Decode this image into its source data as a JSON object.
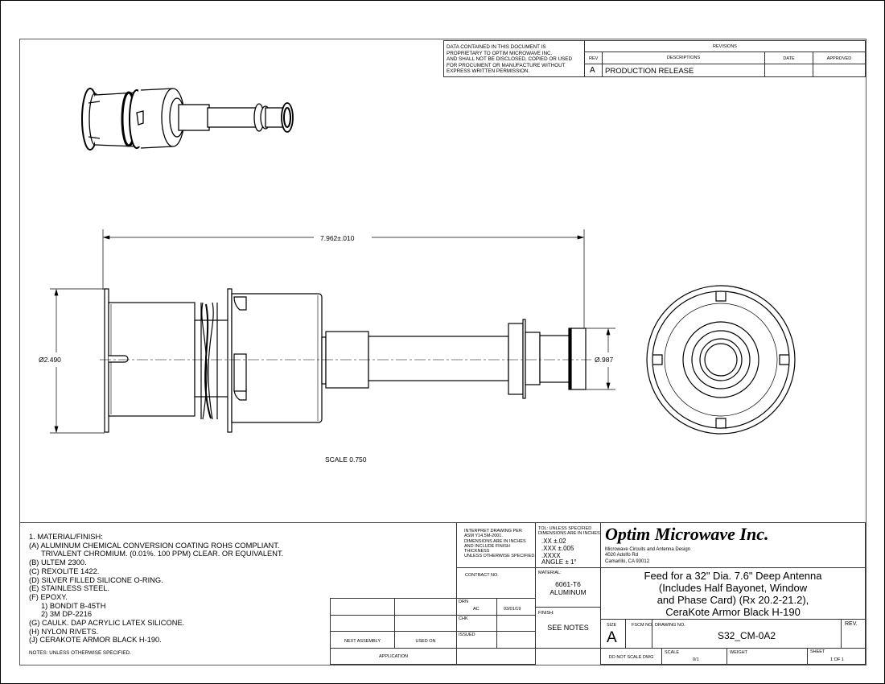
{
  "proprietary_notice": [
    "DATA CONTAINED IN THIS DOCUMENT IS",
    "PROPRIETARY TO OPTIM MICROWAVE INC.",
    "AND SHALL NOT BE DISCLOSED, COPIED OR USED",
    "FOR PROCUMENT OR MANUFACTURE WITHOUT",
    "EXPRESS WRITTEN PERMISSION."
  ],
  "revisions": {
    "title": "REVISIONS",
    "headers": {
      "rev": "REV",
      "descriptions": "DESCRIPTIONS",
      "date": "DATE",
      "approved": "APPROVED"
    },
    "rows": [
      {
        "rev": "A",
        "description": "PRODUCTION RELEASE",
        "date": "",
        "approved": ""
      }
    ]
  },
  "dimensions": {
    "overall_length": "7.962±.010",
    "flange_diameter": "2.490",
    "end_diameter": ".987",
    "diameter_symbol": "Ø"
  },
  "scale_label": "SCALE  0.750",
  "notes": {
    "lines": [
      "1.  MATERIAL/FINISH:",
      "(A) ALUMINUM CHEMICAL CONVERSION COATING ROHS COMPLIANT.",
      "TRIVALENT CHROMIUM. (0.01%.  100 PPM) CLEAR. OR EQUIVALENT.",
      "(B) ULTEM 2300.",
      "(C) REXOLITE 1422.",
      "(D) SILVER FILLED SILICONE O-RING.",
      "(E) STAINLESS STEEL.",
      "(F) EPOXY.",
      "1) BONDIT B-45TH",
      "2) 3M DP-2216",
      "(G) CAULK. DAP ACRYLIC LATEX SILICONE.",
      "(H) NYLON RIVETS.",
      "(J) CERAKOTE ARMOR BLACK H-190."
    ],
    "footer": "NOTES: UNLESS OTHERWISE SPECIFIED."
  },
  "assembly": {
    "next_assembly": "NEXT ASSEMBLY",
    "used_on": "USED ON",
    "application": "APPLICATION"
  },
  "title_block": {
    "interpret": [
      "INTERPRET DRAWING PER",
      "ASM Y14.5M-2001.",
      "DIMENSIONS ARE IN INCHES",
      "AND INCLUDE FINISH",
      "THICKNESS",
      "UNLESS OTHERWISE SPECIFIED."
    ],
    "tolerance": {
      "header": [
        "TOL: UNLESS SPECIFIED",
        "DIMENSIONS ARE IN INCHES."
      ],
      "xx": ".XX  ±.02",
      "xxx": ".XXX  ±.005",
      "xxxx": ".XXXX",
      "angle": "ANGLE ± 1°"
    },
    "company": {
      "name": "Optim Microwave Inc.",
      "tagline": "Microwave Circuits and Antenna Design",
      "address1": "4020 Adolfo Rd",
      "address2": "Camarillo, CA 93012"
    },
    "contract_label": "CONTRACT NO.",
    "material_label": "MATERIAL:",
    "material": [
      "6061-T6",
      "ALUMINUM"
    ],
    "finish_label": "FINISH:",
    "finish": "SEE NOTES",
    "drn_label": "DRN",
    "drn": "AC",
    "drn_date": "03/01/19",
    "chk_label": "CHK",
    "issued_label": "ISSUED",
    "title": [
      "Feed for a 32\" Dia. 7.6\" Deep Antenna",
      "(Includes Half Bayonet, Window",
      "and Phase Card) (Rx 20.2-21.2),",
      "CeraKote Armor Black H-190"
    ],
    "size_label": "SIZE",
    "size": "A",
    "fscm_label": "FSCM NO.",
    "drawing_no_label": "DRAWING NO.",
    "drawing_no": "S32_CM-0A2",
    "rev_label": "REV.",
    "do_not_scale": "DO NOT SCALE DWG",
    "scale_label": "SCALE",
    "scale": "0/1",
    "weight_label": "WEIGHT",
    "sheet_label": "SHEET",
    "sheet": "1 OF 1"
  }
}
